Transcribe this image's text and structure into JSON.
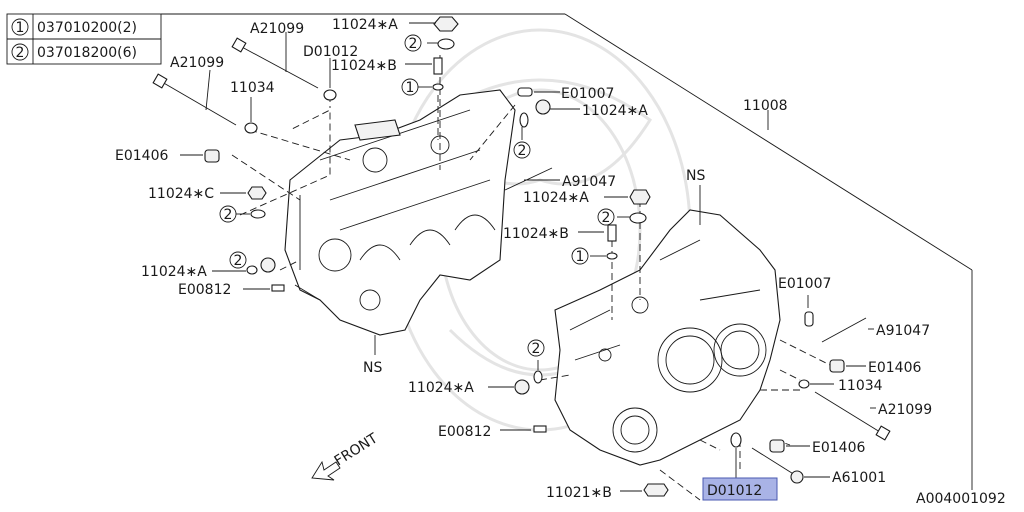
{
  "legend": {
    "rows": [
      {
        "num": "1",
        "part": "037010200(2)"
      },
      {
        "num": "2",
        "part": "037018200(6)"
      }
    ]
  },
  "callouts": {
    "a21099_top": "A21099",
    "a21099_left": "A21099",
    "a21099_right": "A21099",
    "d01012_top": "D01012",
    "d01012_bottom": "D01012",
    "b11024b_top": "11024∗B",
    "b11024b_mid": "11024∗B",
    "a11024a_top": "11024∗A",
    "a11024a_upper_right": "11024∗A",
    "a11024a_mid": "11024∗A",
    "a11024a_left": "11024∗A",
    "a11024a_bottom": "11024∗A",
    "c11024c": "11024∗C",
    "k11034_left": "11034",
    "k11034_right": "11034",
    "e01007_top": "E01007",
    "e01007_right": "E01007",
    "e01406_left": "E01406",
    "e01406_right1": "E01406",
    "e01406_right2": "E01406",
    "a91047_top": "A91047",
    "a91047_right": "A91047",
    "e00812_left": "E00812",
    "e00812_bottom": "E00812",
    "ns_left": "NS",
    "ns_right": "NS",
    "p11008": "11008",
    "p11021b": "11021∗B",
    "a61001": "A61001",
    "ref_id": "A004001092",
    "front": "FRONT"
  },
  "circles": {
    "c1_top": "1",
    "c1_mid": "1",
    "c2_top": "2",
    "c2_a": "2",
    "c2_b": "2",
    "c2_c": "2",
    "c2_d": "2",
    "c2_e": "2"
  },
  "colors": {
    "line": "#1a1a1a",
    "highlight_fill": "#a9b3e6",
    "highlight_stroke": "#4a5ab0",
    "watermark": "#e4e4e4"
  }
}
